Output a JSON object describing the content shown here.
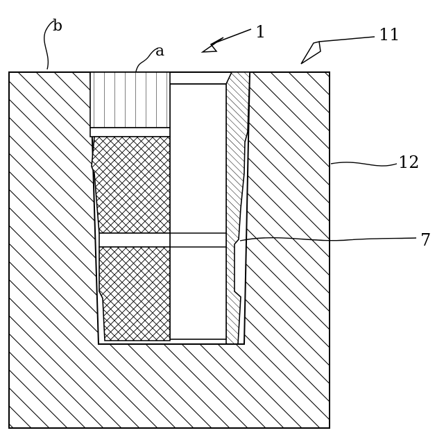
{
  "labels": {
    "b": "b",
    "a": "a",
    "n1": "1",
    "n11": "11",
    "n12": "12",
    "n7": "7"
  }
}
